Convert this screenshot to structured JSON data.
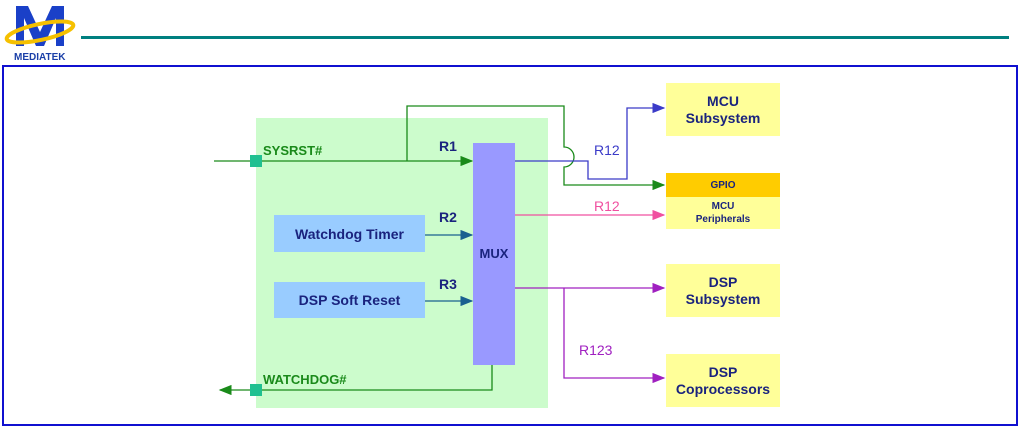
{
  "header": {
    "logo_text": "MEDIATEK",
    "logo_letter": "M"
  },
  "diagram": {
    "inputs": {
      "sysrst": "SYSRST#",
      "watchdog_out": "WATCHDOG#"
    },
    "sources": {
      "watchdog_timer": "Watchdog Timer",
      "dsp_soft_reset": "DSP Soft Reset"
    },
    "mux_label": "MUX",
    "signal_labels": {
      "r1": "R1",
      "r2": "R2",
      "r3": "R3",
      "r12_blue": "R12",
      "r12_pink": "R12",
      "r123": "R123"
    },
    "targets": {
      "mcu_subsystem": [
        "MCU",
        "Subsystem"
      ],
      "gpio": "GPIO",
      "mcu_peripherals": [
        "MCU",
        "Peripherals"
      ],
      "dsp_subsystem": [
        "DSP",
        "Subsystem"
      ],
      "dsp_coprocessors": [
        "DSP",
        "Coprocessors"
      ]
    },
    "colors": {
      "green_signal": "#1a8a1a",
      "blue_signal": "#3b3bc8",
      "pink_signal": "#f050a0",
      "purple_signal": "#a020c0",
      "reset_block_bg": "#ccfccc",
      "mux_fill": "#9999ff",
      "source_box_fill": "#99ccff",
      "target_box_fill": "#ffff99",
      "gpio_fill": "#ffcc00",
      "pin_fill": "#20c090",
      "header_line": "#008080",
      "frame_border": "#1010d0"
    }
  }
}
